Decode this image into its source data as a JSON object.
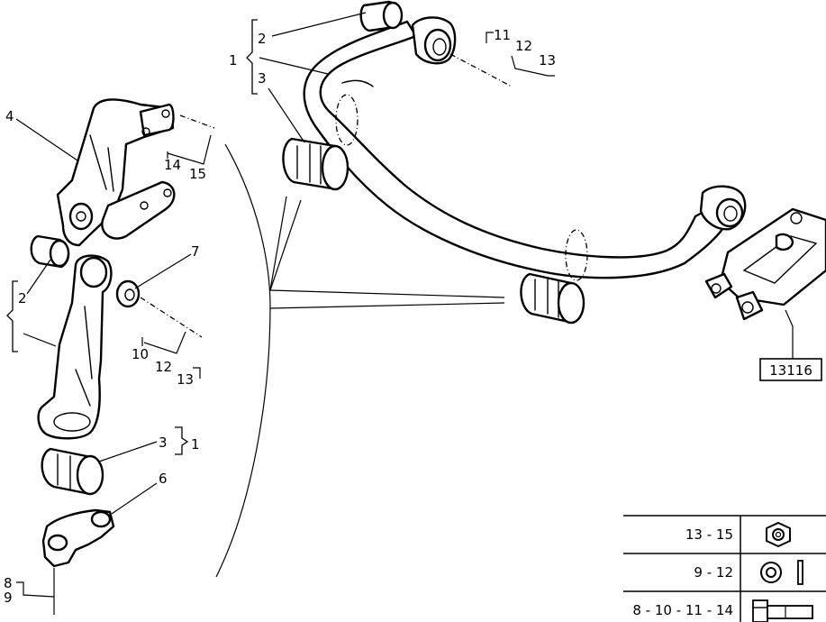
{
  "callouts": {
    "c1_top": "1",
    "c2_top": "2",
    "c3_top": "3",
    "c4": "4",
    "c14_a": "14",
    "c15_a": "15",
    "c11": "11",
    "c12_top": "12",
    "c13_top": "13",
    "c2_left": "2",
    "c7": "7",
    "c10": "10",
    "c12_mid": "12",
    "c13_mid": "13",
    "c3_low": "3",
    "c1_low": "1",
    "c6": "6",
    "c8": "8",
    "c9": "9"
  },
  "reference_box": "13116",
  "legend": [
    {
      "label": "13 - 15",
      "icon": "nut-icon"
    },
    {
      "label": "9 - 12",
      "icon": "washer-icon"
    },
    {
      "label": "8 - 10 - 11 - 14",
      "icon": "bolt-icon"
    }
  ]
}
